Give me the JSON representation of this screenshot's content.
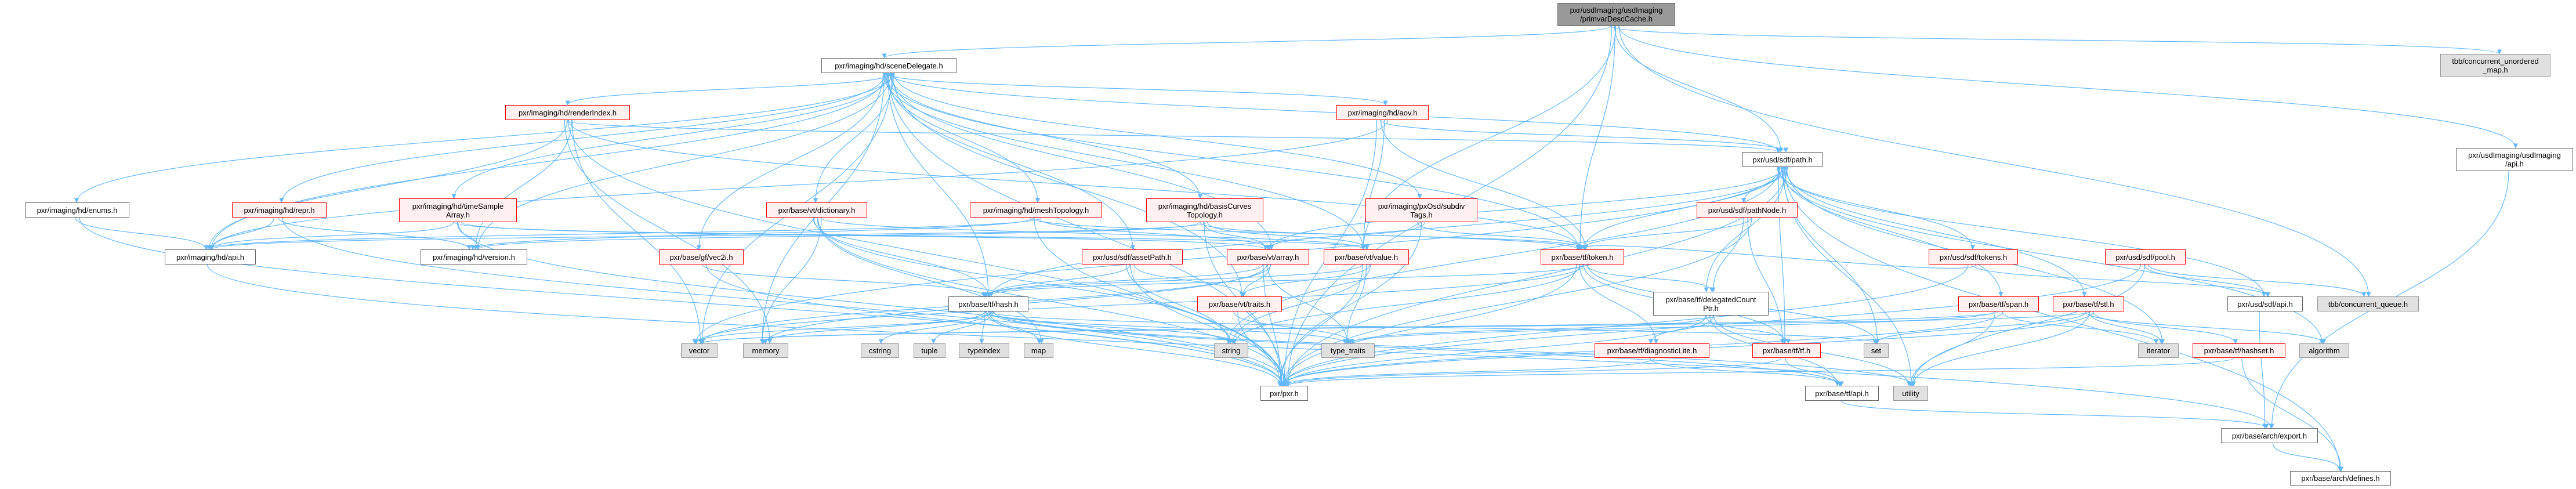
{
  "graph": {
    "type": "include-dependency-graph",
    "colors": {
      "edge": "#63b8ff",
      "red_border": "#ff0000",
      "red_fill": "#fff0f0",
      "gray_fill": "#e0e0e0",
      "main_fill": "#999999"
    },
    "nodes": [
      {
        "id": "n0",
        "label": "pxr/usdImaging/usdImaging\n/primvarDescCache.h",
        "style": "main"
      },
      {
        "id": "n1",
        "label": "pxr/imaging/hd/sceneDelegate.h",
        "style": "white"
      },
      {
        "id": "n2",
        "label": "pxr/imaging/hd/renderIndex.h",
        "style": "red"
      },
      {
        "id": "n3",
        "label": "pxr/imaging/hd/aov.h",
        "style": "red"
      },
      {
        "id": "n4",
        "label": "pxr/usd/sdf/path.h",
        "style": "white"
      },
      {
        "id": "n5",
        "label": "pxr/usdImaging/usdImaging\n/api.h",
        "style": "white"
      },
      {
        "id": "n6",
        "label": "tbb/concurrent_unordered\n_map.h",
        "style": "gray"
      },
      {
        "id": "n7",
        "label": "pxr/imaging/hd/enums.h",
        "style": "white"
      },
      {
        "id": "n8",
        "label": "pxr/imaging/hd/repr.h",
        "style": "red"
      },
      {
        "id": "n9",
        "label": "pxr/imaging/hd/timeSample\nArray.h",
        "style": "red"
      },
      {
        "id": "n10",
        "label": "pxr/base/vt/dictionary.h",
        "style": "red"
      },
      {
        "id": "n11",
        "label": "pxr/imaging/hd/meshTopology.h",
        "style": "red"
      },
      {
        "id": "n12",
        "label": "pxr/imaging/hd/basisCurves\nTopology.h",
        "style": "red"
      },
      {
        "id": "n13",
        "label": "pxr/imaging/pxOsd/subdiv\nTags.h",
        "style": "red"
      },
      {
        "id": "n14",
        "label": "pxr/usd/sdf/pathNode.h",
        "style": "red"
      },
      {
        "id": "n15",
        "label": "pxr/imaging/hd/api.h",
        "style": "white"
      },
      {
        "id": "n16",
        "label": "pxr/imaging/hd/version.h",
        "style": "white"
      },
      {
        "id": "n17",
        "label": "pxr/base/gf/vec2i.h",
        "style": "red"
      },
      {
        "id": "n18",
        "label": "pxr/usd/sdf/assetPath.h",
        "style": "red"
      },
      {
        "id": "n19",
        "label": "pxr/base/vt/array.h",
        "style": "red"
      },
      {
        "id": "n20",
        "label": "pxr/base/vt/value.h",
        "style": "red"
      },
      {
        "id": "n21",
        "label": "pxr/base/tf/token.h",
        "style": "red"
      },
      {
        "id": "n22",
        "label": "pxr/usd/sdf/tokens.h",
        "style": "red"
      },
      {
        "id": "n23",
        "label": "pxr/usd/sdf/pool.h",
        "style": "red"
      },
      {
        "id": "n24",
        "label": "pxr/base/tf/hash.h",
        "style": "white"
      },
      {
        "id": "n25",
        "label": "pxr/base/vt/traits.h",
        "style": "red"
      },
      {
        "id": "n26",
        "label": "pxr/base/tf/delegatedCount\nPtr.h",
        "style": "white"
      },
      {
        "id": "n27",
        "label": "pxr/base/tf/span.h",
        "style": "red"
      },
      {
        "id": "n28",
        "label": "pxr/base/tf/stl.h",
        "style": "red"
      },
      {
        "id": "n29",
        "label": "pxr/usd/sdf/api.h",
        "style": "white"
      },
      {
        "id": "n30",
        "label": "tbb/concurrent_queue.h",
        "style": "gray"
      },
      {
        "id": "n31",
        "label": "vector",
        "style": "gray"
      },
      {
        "id": "n32",
        "label": "memory",
        "style": "gray"
      },
      {
        "id": "n33",
        "label": "cstring",
        "style": "gray"
      },
      {
        "id": "n34",
        "label": "tuple",
        "style": "gray"
      },
      {
        "id": "n35",
        "label": "typeindex",
        "style": "gray"
      },
      {
        "id": "n36",
        "label": "map",
        "style": "gray"
      },
      {
        "id": "n37",
        "label": "string",
        "style": "gray"
      },
      {
        "id": "n38",
        "label": "type_traits",
        "style": "gray"
      },
      {
        "id": "n39",
        "label": "pxr/base/tf/diagnosticLite.h",
        "style": "red"
      },
      {
        "id": "n40",
        "label": "pxr/base/tf/tf.h",
        "style": "red"
      },
      {
        "id": "n41",
        "label": "set",
        "style": "gray"
      },
      {
        "id": "n42",
        "label": "iterator",
        "style": "gray"
      },
      {
        "id": "n43",
        "label": "pxr/base/tf/hashset.h",
        "style": "red"
      },
      {
        "id": "n44",
        "label": "algorithm",
        "style": "gray"
      },
      {
        "id": "n45",
        "label": "pxr/pxr.h",
        "style": "white"
      },
      {
        "id": "n46",
        "label": "pxr/base/tf/api.h",
        "style": "white"
      },
      {
        "id": "n47",
        "label": "utility",
        "style": "gray"
      },
      {
        "id": "n48",
        "label": "pxr/base/arch/export.h",
        "style": "white"
      },
      {
        "id": "n49",
        "label": "pxr/base/arch/defines.h",
        "style": "white"
      }
    ],
    "edges": [
      [
        "n0",
        "n1"
      ],
      [
        "n0",
        "n4"
      ],
      [
        "n0",
        "n5"
      ],
      [
        "n0",
        "n6"
      ],
      [
        "n0",
        "n21"
      ],
      [
        "n0",
        "n30"
      ],
      [
        "n0",
        "n45"
      ],
      [
        "n0",
        "n20"
      ],
      [
        "n1",
        "n2"
      ],
      [
        "n1",
        "n3"
      ],
      [
        "n1",
        "n4"
      ],
      [
        "n1",
        "n7"
      ],
      [
        "n1",
        "n8"
      ],
      [
        "n1",
        "n9"
      ],
      [
        "n1",
        "n10"
      ],
      [
        "n1",
        "n11"
      ],
      [
        "n1",
        "n12"
      ],
      [
        "n1",
        "n13"
      ],
      [
        "n1",
        "n15"
      ],
      [
        "n1",
        "n16"
      ],
      [
        "n1",
        "n17"
      ],
      [
        "n1",
        "n18"
      ],
      [
        "n1",
        "n19"
      ],
      [
        "n1",
        "n20"
      ],
      [
        "n1",
        "n24"
      ],
      [
        "n1",
        "n31"
      ],
      [
        "n1",
        "n32"
      ],
      [
        "n1",
        "n45"
      ],
      [
        "n1",
        "n25"
      ],
      [
        "n1",
        "n21"
      ],
      [
        "n2",
        "n15"
      ],
      [
        "n2",
        "n16"
      ],
      [
        "n2",
        "n4"
      ],
      [
        "n2",
        "n45"
      ],
      [
        "n2",
        "n31"
      ],
      [
        "n2",
        "n32"
      ],
      [
        "n2",
        "n21"
      ],
      [
        "n3",
        "n15"
      ],
      [
        "n3",
        "n4"
      ],
      [
        "n3",
        "n20"
      ],
      [
        "n3",
        "n45"
      ],
      [
        "n3",
        "n21"
      ],
      [
        "n4",
        "n14"
      ],
      [
        "n4",
        "n22"
      ],
      [
        "n4",
        "n27"
      ],
      [
        "n4",
        "n28"
      ],
      [
        "n4",
        "n29"
      ],
      [
        "n4",
        "n21"
      ],
      [
        "n4",
        "n26"
      ],
      [
        "n4",
        "n40"
      ],
      [
        "n4",
        "n41"
      ],
      [
        "n4",
        "n42"
      ],
      [
        "n4",
        "n44"
      ],
      [
        "n4",
        "n47"
      ],
      [
        "n4",
        "n45"
      ],
      [
        "n4",
        "n37"
      ],
      [
        "n4",
        "n19"
      ],
      [
        "n4",
        "n24"
      ],
      [
        "n4",
        "n31"
      ],
      [
        "n4",
        "n49"
      ],
      [
        "n5",
        "n48"
      ],
      [
        "n7",
        "n15"
      ],
      [
        "n7",
        "n45"
      ],
      [
        "n8",
        "n15"
      ],
      [
        "n8",
        "n16"
      ],
      [
        "n8",
        "n45"
      ],
      [
        "n9",
        "n15"
      ],
      [
        "n9",
        "n16"
      ],
      [
        "n9",
        "n19"
      ],
      [
        "n9",
        "n20"
      ],
      [
        "n9",
        "n45"
      ],
      [
        "n10",
        "n20"
      ],
      [
        "n10",
        "n24"
      ],
      [
        "n10",
        "n36"
      ],
      [
        "n10",
        "n32"
      ],
      [
        "n10",
        "n37"
      ],
      [
        "n10",
        "n45"
      ],
      [
        "n11",
        "n15"
      ],
      [
        "n11",
        "n16"
      ],
      [
        "n11",
        "n19"
      ],
      [
        "n11",
        "n21"
      ],
      [
        "n11",
        "n45"
      ],
      [
        "n12",
        "n15"
      ],
      [
        "n12",
        "n16"
      ],
      [
        "n12",
        "n19"
      ],
      [
        "n12",
        "n20"
      ],
      [
        "n12",
        "n21"
      ],
      [
        "n12",
        "n45"
      ],
      [
        "n13",
        "n19"
      ],
      [
        "n13",
        "n21"
      ],
      [
        "n13",
        "n45"
      ],
      [
        "n14",
        "n21"
      ],
      [
        "n14",
        "n26"
      ],
      [
        "n14",
        "n40"
      ],
      [
        "n14",
        "n45"
      ],
      [
        "n15",
        "n48"
      ],
      [
        "n17",
        "n24"
      ],
      [
        "n17",
        "n45"
      ],
      [
        "n18",
        "n24"
      ],
      [
        "n18",
        "n25"
      ],
      [
        "n18",
        "n37"
      ],
      [
        "n18",
        "n45"
      ],
      [
        "n19",
        "n25"
      ],
      [
        "n19",
        "n24"
      ],
      [
        "n19",
        "n32"
      ],
      [
        "n19",
        "n31"
      ],
      [
        "n19",
        "n45"
      ],
      [
        "n19",
        "n38"
      ],
      [
        "n20",
        "n25"
      ],
      [
        "n20",
        "n24"
      ],
      [
        "n20",
        "n38"
      ],
      [
        "n20",
        "n37"
      ],
      [
        "n20",
        "n45"
      ],
      [
        "n21",
        "n24"
      ],
      [
        "n21",
        "n26"
      ],
      [
        "n21",
        "n39"
      ],
      [
        "n21",
        "n40"
      ],
      [
        "n21",
        "n41"
      ],
      [
        "n21",
        "n37"
      ],
      [
        "n21",
        "n31"
      ],
      [
        "n21",
        "n45"
      ],
      [
        "n22",
        "n29"
      ],
      [
        "n22",
        "n21"
      ],
      [
        "n22",
        "n45"
      ],
      [
        "n23",
        "n29"
      ],
      [
        "n23",
        "n30"
      ],
      [
        "n23",
        "n45"
      ],
      [
        "n23",
        "n47"
      ],
      [
        "n24",
        "n31"
      ],
      [
        "n24",
        "n32"
      ],
      [
        "n24",
        "n33"
      ],
      [
        "n24",
        "n34"
      ],
      [
        "n24",
        "n35"
      ],
      [
        "n24",
        "n36"
      ],
      [
        "n24",
        "n37"
      ],
      [
        "n24",
        "n38"
      ],
      [
        "n24",
        "n41"
      ],
      [
        "n24",
        "n47"
      ],
      [
        "n24",
        "n45"
      ],
      [
        "n24",
        "n46"
      ],
      [
        "n25",
        "n38"
      ],
      [
        "n25",
        "n45"
      ],
      [
        "n26",
        "n39"
      ],
      [
        "n26",
        "n40"
      ],
      [
        "n26",
        "n46"
      ],
      [
        "n26",
        "n47"
      ],
      [
        "n26",
        "n45"
      ],
      [
        "n26",
        "n38"
      ],
      [
        "n27",
        "n42"
      ],
      [
        "n27",
        "n38"
      ],
      [
        "n27",
        "n31"
      ],
      [
        "n27",
        "n45"
      ],
      [
        "n27",
        "n47"
      ],
      [
        "n28",
        "n42"
      ],
      [
        "n28",
        "n43"
      ],
      [
        "n28",
        "n44"
      ],
      [
        "n28",
        "n47"
      ],
      [
        "n28",
        "n45"
      ],
      [
        "n28",
        "n41"
      ],
      [
        "n28",
        "n31"
      ],
      [
        "n29",
        "n48"
      ],
      [
        "n39",
        "n46"
      ],
      [
        "n39",
        "n45"
      ],
      [
        "n40",
        "n45"
      ],
      [
        "n40",
        "n46"
      ],
      [
        "n43",
        "n49"
      ],
      [
        "n43",
        "n45"
      ],
      [
        "n46",
        "n48"
      ],
      [
        "n48",
        "n49"
      ]
    ]
  }
}
